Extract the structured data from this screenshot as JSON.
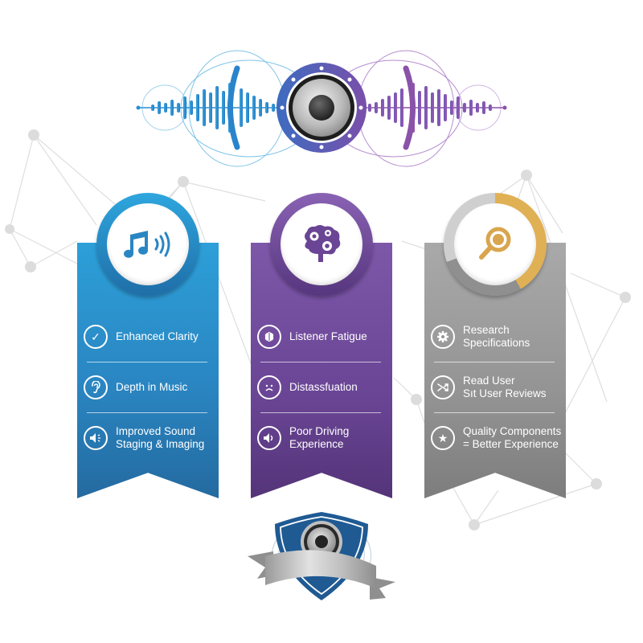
{
  "hero": {
    "icon": "speaker-soundwave-icon",
    "colors": {
      "left": "#2a8fd0",
      "center": "#5a4fae",
      "right": "#8a52a8"
    }
  },
  "banners": [
    {
      "id": "benefits",
      "color": "#2a86c2",
      "badge_icon": "music-note-sound-icon",
      "items": [
        {
          "icon": "checkmark-icon",
          "label": "Enhanced Clarity"
        },
        {
          "icon": "ear-icon",
          "label": "Depth in Music"
        },
        {
          "icon": "speaker-sound-icon",
          "label_line1": "Improved Sound",
          "label_line2": "Staging & Imaging"
        }
      ]
    },
    {
      "id": "problems",
      "color": "#6a4595",
      "badge_icon": "brain-gears-icon",
      "items": [
        {
          "icon": "brain-icon",
          "label": "Listener Fatigue"
        },
        {
          "icon": "sad-face-icon",
          "label": "Distassfuation"
        },
        {
          "icon": "speaker-icon",
          "label_line1": "Poor Driving",
          "label_line2": "Experience"
        }
      ]
    },
    {
      "id": "solutions",
      "color": "#939393",
      "accent": "#e0b054",
      "badge_icon": "magnifier-icon",
      "items": [
        {
          "icon": "gear-icon",
          "label_line1": "Research",
          "label_line2": "Specifications"
        },
        {
          "icon": "shuffle-arrows-icon",
          "label_line1": "Read User",
          "label_line2": "Sıt User Reviews"
        },
        {
          "icon": "star-icon",
          "label_line1": "Quality Components",
          "label_line2": "= Better Experience"
        }
      ]
    }
  ],
  "emblem": {
    "icon": "shield-speaker-ribbon-icon",
    "shield_color": "#1f5a93",
    "ribbon_color": "#b5b5b5"
  }
}
